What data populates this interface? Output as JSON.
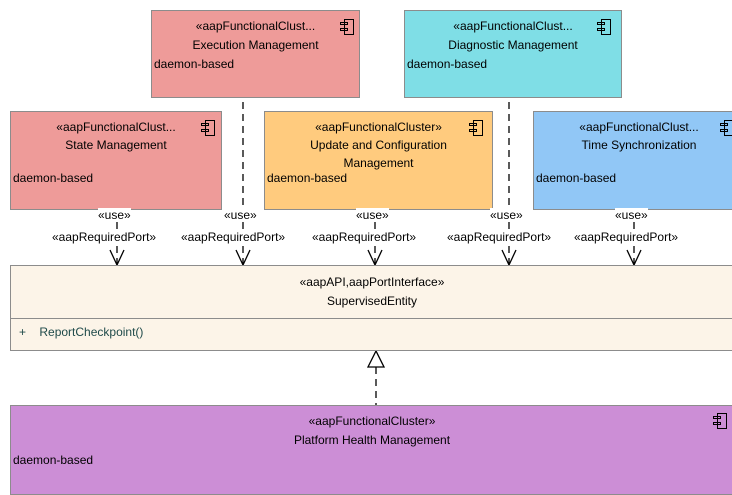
{
  "components": {
    "execution": {
      "stereotype": "«aapFunctionalClust...",
      "name": "Execution Management",
      "note": "daemon-based",
      "color": "#ee9b99"
    },
    "diagnostic": {
      "stereotype": "«aapFunctionalClust...",
      "name": "Diagnostic Management",
      "note": "daemon-based",
      "color": "#7fdee6"
    },
    "state": {
      "stereotype": "«aapFunctionalClust...",
      "name": "State Management",
      "note": "daemon-based",
      "color": "#ee9b99"
    },
    "update": {
      "stereotype": "«aapFunctionalCluster»",
      "name_line1": "Update and Configuration",
      "name_line2": "Management",
      "note": "daemon-based",
      "color": "#ffcb7e"
    },
    "time": {
      "stereotype": "«aapFunctionalClust...",
      "name": "Time Synchronization",
      "note": "daemon-based",
      "color": "#91c7f6"
    },
    "phm": {
      "stereotype": "«aapFunctionalCluster»",
      "name": "Platform Health Management",
      "note": "daemon-based",
      "color": "#cc8ed6"
    }
  },
  "interface": {
    "stereotype": "«aapAPI,aapPortInterface»",
    "name": "SupervisedEntity",
    "operation_visibility": "+",
    "operation": "ReportCheckpoint()",
    "color": "#fcf4e8"
  },
  "dependencies": {
    "use_label": "«use»",
    "port_label": "«aapRequiredPort»"
  },
  "icons": {
    "component": "component-icon"
  }
}
